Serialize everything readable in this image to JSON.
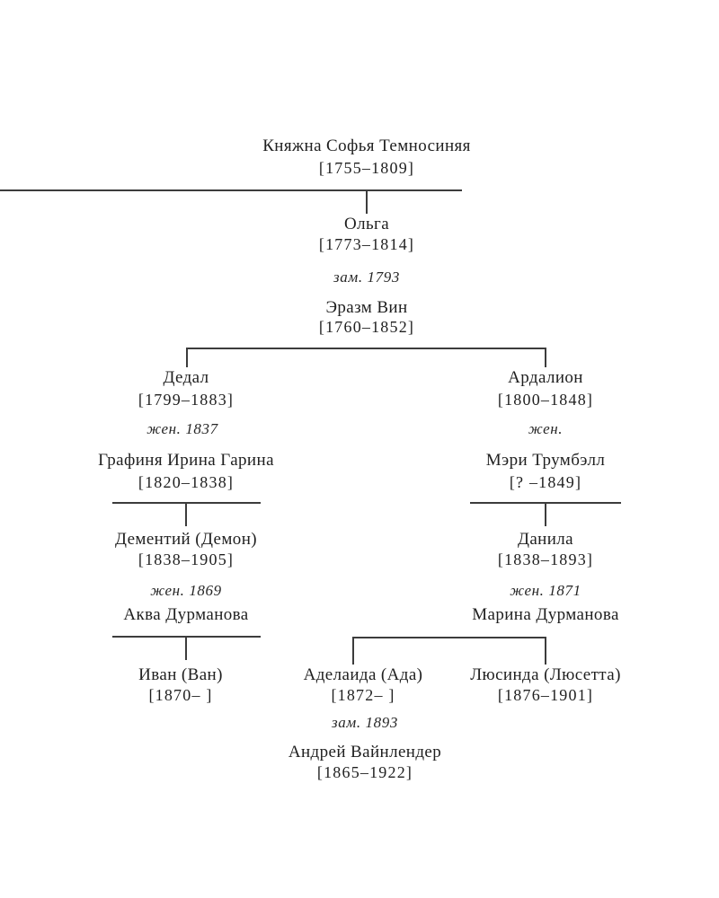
{
  "page": {
    "kind": "family-tree-diagram",
    "language": "ru",
    "background_color": "#ffffff",
    "text_color": "#1f1f1f",
    "line_color": "#3c3c3c"
  },
  "people": {
    "sofia": {
      "name": "Княжна Софья Темносиняя",
      "dates": "[1755–1809]"
    },
    "olga": {
      "name": "Ольга",
      "dates": "[1773–1814]",
      "marriage": "зам. 1793"
    },
    "erasm": {
      "name": "Эразм Вин",
      "dates": "[1760–1852]"
    },
    "dedal": {
      "name": "Дедал",
      "dates": "[1799–1883]",
      "marriage": "жен. 1837"
    },
    "irina": {
      "name": "Графиня Ирина Гарина",
      "dates": "[1820–1838]"
    },
    "ardalion": {
      "name": "Ардалион",
      "dates": "[1800–1848]",
      "marriage": "жен."
    },
    "mary": {
      "name": "Мэри Трумбэлл",
      "dates": "[? –1849]"
    },
    "dementiy": {
      "name": "Дементий (Демон)",
      "dates": "[1838–1905]",
      "marriage": "жен. 1869"
    },
    "aqua": {
      "name": "Аква Дурманова"
    },
    "danila": {
      "name": "Данила",
      "dates": "[1838–1893]",
      "marriage": "жен. 1871"
    },
    "marina": {
      "name": "Марина Дурманова"
    },
    "ivan": {
      "name": "Иван (Ван)",
      "dates": "[1870– ]"
    },
    "ada": {
      "name": "Аделаида (Ада)",
      "dates": "[1872– ]",
      "marriage": "зам. 1893"
    },
    "lucetta": {
      "name": "Люсинда (Люсетта)",
      "dates": "[1876–1901]"
    },
    "andrey": {
      "name": "Андрей Вайнлендер",
      "dates": "[1865–1922]"
    }
  }
}
